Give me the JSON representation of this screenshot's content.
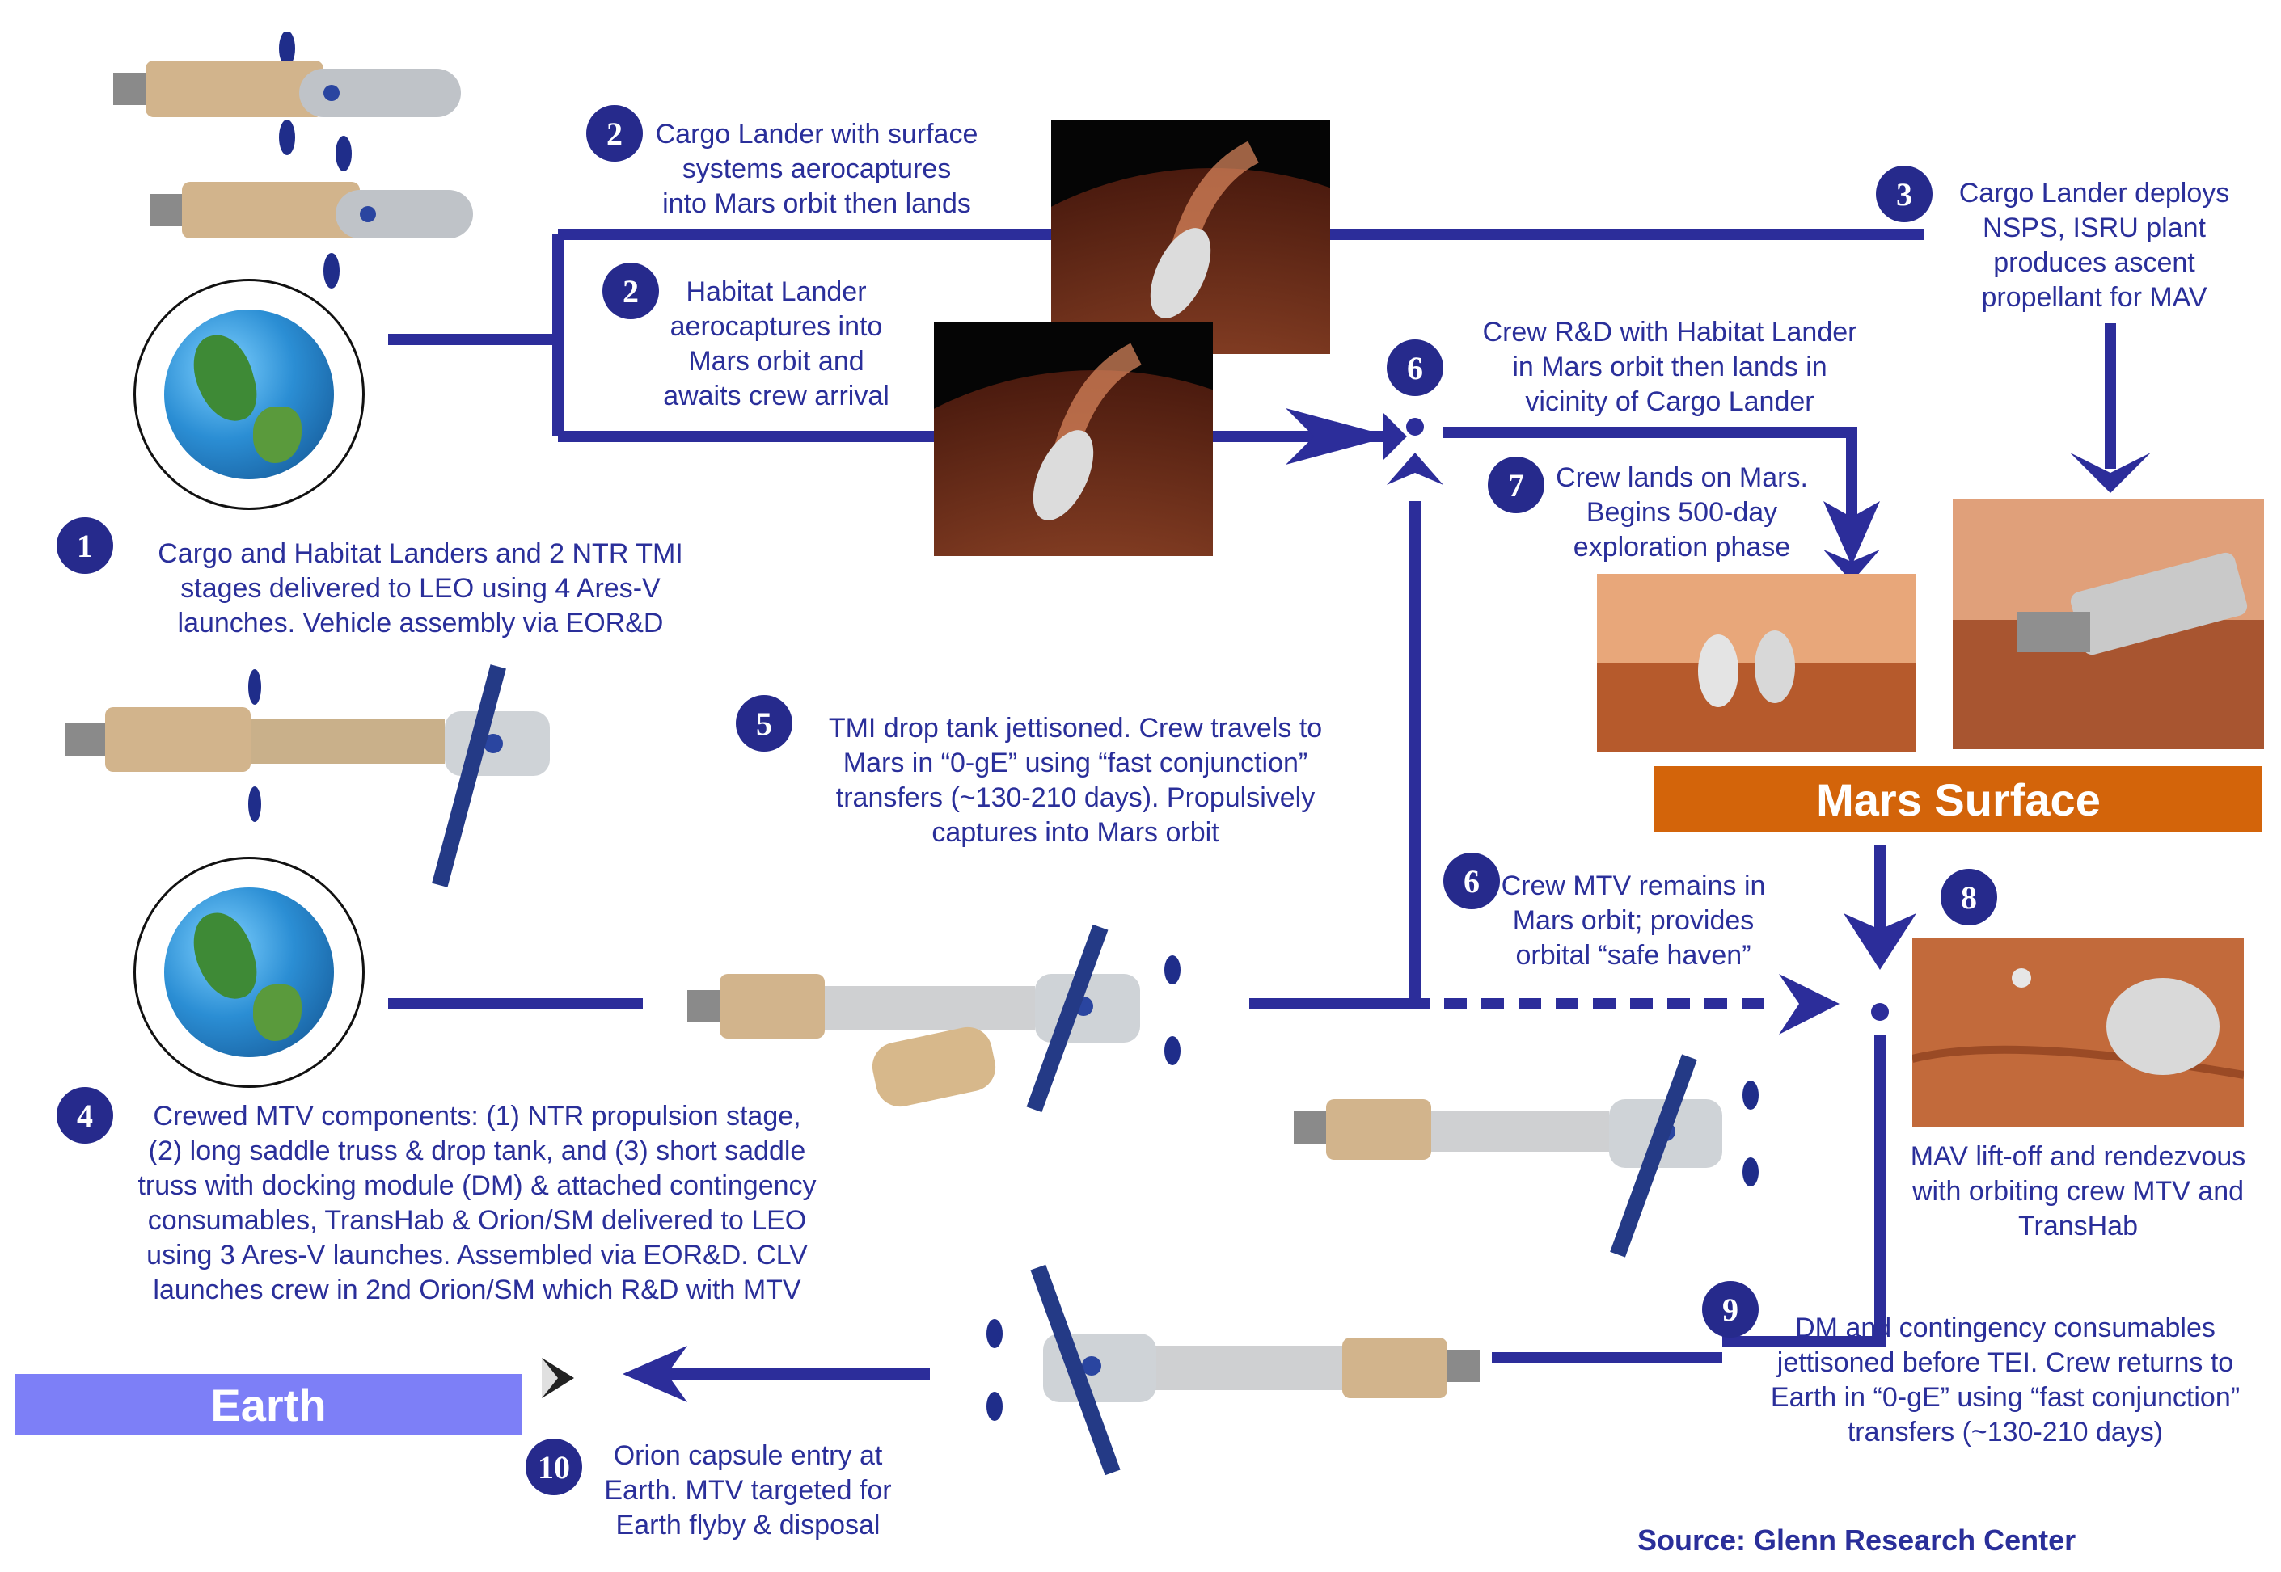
{
  "steps": [
    {
      "num": "1",
      "lines": [
        "Cargo and Habitat Landers and 2 NTR TMI",
        "stages delivered to LEO using 4 Ares-V",
        "launches. Vehicle assembly via EOR&D"
      ]
    },
    {
      "num": "2",
      "lines": [
        "Cargo Lander with surface",
        "systems aerocaptures",
        "into Mars orbit then lands"
      ]
    },
    {
      "num": "2",
      "lines": [
        "Habitat Lander",
        "aerocaptures into",
        "Mars orbit and",
        "awaits crew arrival"
      ]
    },
    {
      "num": "3",
      "lines": [
        "Cargo Lander deploys",
        "NSPS, ISRU plant",
        "produces ascent",
        "propellant for MAV"
      ]
    },
    {
      "num": "4",
      "lines": [
        "Crewed MTV components: (1) NTR propulsion stage,",
        "(2) long saddle truss & drop tank, and (3) short saddle",
        "truss with  docking module (DM) & attached contingency",
        "consumables, TransHab & Orion/SM delivered to LEO",
        "using 3 Ares-V launches. Assembled via EOR&D. CLV",
        "launches crew in 2nd Orion/SM which R&D with MTV"
      ]
    },
    {
      "num": "5",
      "lines": [
        "TMI drop tank jettisoned. Crew travels to",
        "Mars in “0-gE” using “fast conjunction”",
        "transfers (~130-210 days). Propulsively",
        "captures into Mars orbit"
      ]
    },
    {
      "num": "6",
      "lines": [
        "Crew R&D with Habitat Lander",
        "in Mars orbit then lands in",
        "vicinity of Cargo Lander"
      ]
    },
    {
      "num": "6",
      "lines": [
        "Crew MTV remains in",
        "Mars orbit; provides",
        "orbital “safe haven”"
      ]
    },
    {
      "num": "7",
      "lines": [
        "Crew lands on Mars.",
        "Begins 500-day",
        "exploration phase"
      ]
    },
    {
      "num": "8",
      "lines": [
        "MAV lift-off and rendezvous",
        "with orbiting crew MTV  and",
        "TransHab"
      ]
    },
    {
      "num": "9",
      "lines": [
        "DM and contingency consumables",
        "jettisoned before TEI. Crew returns to",
        "Earth in “0-gE” using “fast conjunction”",
        "transfers (~130-210 days)"
      ]
    },
    {
      "num": "10",
      "lines": [
        "Orion capsule entry at",
        "Earth. MTV targeted for",
        "Earth flyby & disposal"
      ]
    }
  ],
  "labels": {
    "mars_surface": "Mars Surface",
    "earth": "Earth",
    "source": "Source: Glenn Research  Center"
  },
  "colors": {
    "flow_line": "#2c2d9a",
    "number_badge": "#262a8c",
    "text": "#2a2f9a",
    "mars_band": "#d3640a",
    "earth_band": "#7d7ff7"
  }
}
